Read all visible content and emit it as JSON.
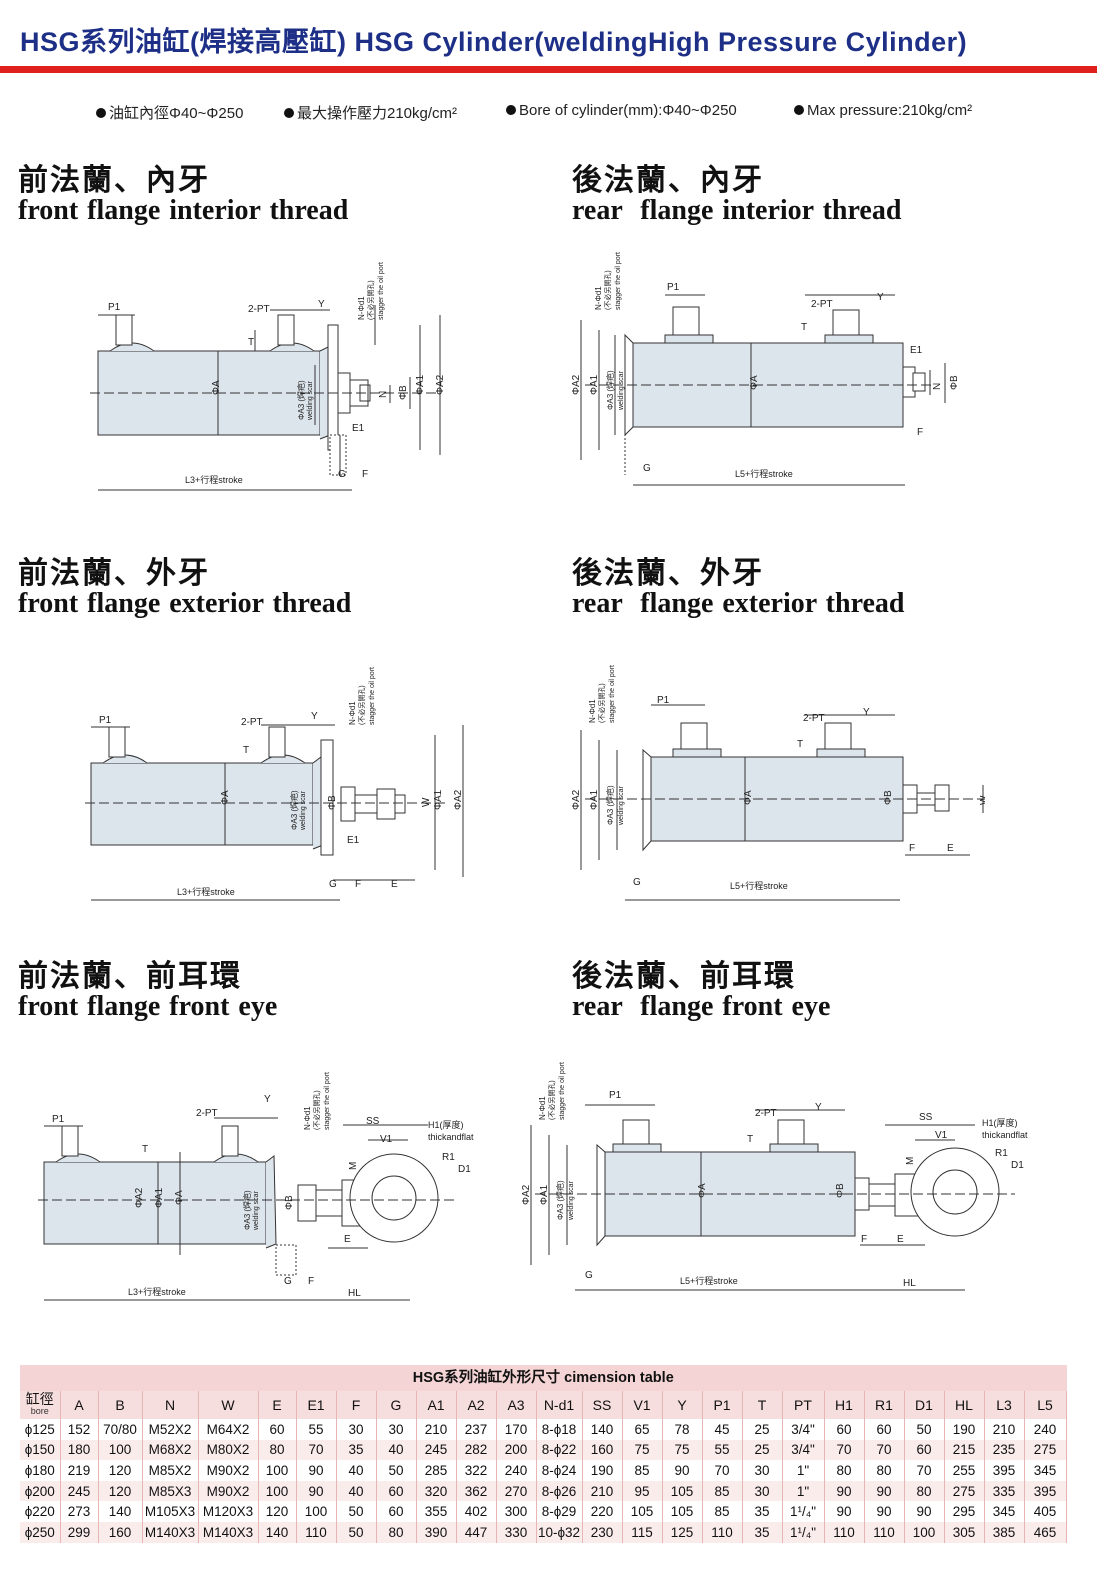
{
  "header": {
    "title": "HSG系列油缸(焊接高壓缸) HSG Cylinder(weldingHigh Pressure Cylinder)",
    "brand_color": "#1d2f86",
    "rule_color": "#e0201c"
  },
  "specs": {
    "bore_cn": "油缸內徑Φ40~Φ250",
    "pressure_cn": "最大操作壓力210kg/cm²",
    "bore_en": "Bore of cylinder(mm):Φ40~Φ250",
    "pressure_en": "Max pressure:210kg/cm²"
  },
  "sections": [
    {
      "cn": "前法蘭、內牙",
      "en": "front flange interior thread"
    },
    {
      "cn": "後法蘭、內牙",
      "en": "rear  flange interior thread"
    },
    {
      "cn": "前法蘭、外牙",
      "en": "front flange exterior thread"
    },
    {
      "cn": "後法蘭、外牙",
      "en": "rear  flange exterior thread"
    },
    {
      "cn": "前法蘭、前耳環",
      "en": "front flange front eye"
    },
    {
      "cn": "後法蘭、前耳環",
      "en": "rear  flange front eye"
    }
  ],
  "labels": {
    "P1": "P1",
    "PT": "2-PT",
    "Y": "Y",
    "T": "T",
    "A": "ΦA",
    "A1": "ΦA1",
    "A2": "ΦA2",
    "A3": "ΦA3 (焊疤)",
    "weld": "welding scar",
    "B": "ΦB",
    "N": "N",
    "W": "W",
    "E": "E",
    "E1": "E1",
    "F": "F",
    "G": "G",
    "M": "M",
    "SS": "SS",
    "V1": "V1",
    "R1": "R1",
    "D1": "D1",
    "HL": "HL",
    "Nd1": "N-Φd1",
    "Nd1_cn": "(不必另開孔)",
    "stagger": "stagger the oil port",
    "H1": "H1(厚度)",
    "thick": "thickandflat",
    "L3": "L3+行程stroke",
    "L5": "L5+行程stroke"
  },
  "table": {
    "caption": "HSG系列油缸外形尺寸 cimension table",
    "bore_cn": "缸徑",
    "bore_en": "bore",
    "headers": [
      "A",
      "B",
      "N",
      "W",
      "E",
      "E1",
      "F",
      "G",
      "A1",
      "A2",
      "A3",
      "N-d1",
      "SS",
      "V1",
      "Y",
      "P1",
      "T",
      "PT",
      "H1",
      "R1",
      "D1",
      "HL",
      "L3",
      "L5"
    ],
    "rows": [
      [
        "ϕ125",
        "152",
        "70/80",
        "M52X2",
        "M64X2",
        "60",
        "55",
        "30",
        "30",
        "210",
        "237",
        "170",
        "8-ϕ18",
        "140",
        "65",
        "78",
        "45",
        "25",
        "3/4\"",
        "60",
        "60",
        "50",
        "190",
        "210",
        "240"
      ],
      [
        "ϕ150",
        "180",
        "100",
        "M68X2",
        "M80X2",
        "80",
        "70",
        "35",
        "40",
        "245",
        "282",
        "200",
        "8-ϕ22",
        "160",
        "75",
        "75",
        "55",
        "25",
        "3/4\"",
        "70",
        "70",
        "60",
        "215",
        "235",
        "275"
      ],
      [
        "ϕ180",
        "219",
        "120",
        "M85X2",
        "M90X2",
        "100",
        "90",
        "40",
        "50",
        "285",
        "322",
        "240",
        "8-ϕ24",
        "190",
        "85",
        "90",
        "70",
        "30",
        "1\"",
        "80",
        "80",
        "70",
        "255",
        "395",
        "345"
      ],
      [
        "ϕ200",
        "245",
        "120",
        "M85X3",
        "M90X2",
        "100",
        "90",
        "40",
        "60",
        "320",
        "362",
        "270",
        "8-ϕ26",
        "210",
        "95",
        "105",
        "85",
        "30",
        "1\"",
        "90",
        "90",
        "80",
        "275",
        "335",
        "395"
      ],
      [
        "ϕ220",
        "273",
        "140",
        "M105X3",
        "M120X3",
        "120",
        "100",
        "50",
        "60",
        "355",
        "402",
        "300",
        "8-ϕ29",
        "220",
        "105",
        "105",
        "85",
        "35",
        "1¹/₄\"",
        "90",
        "90",
        "90",
        "295",
        "345",
        "405"
      ],
      [
        "ϕ250",
        "299",
        "160",
        "M140X3",
        "M140X3",
        "140",
        "110",
        "50",
        "80",
        "390",
        "447",
        "330",
        "10-ϕ32",
        "230",
        "115",
        "125",
        "110",
        "35",
        "1¹/₄\"",
        "110",
        "110",
        "100",
        "305",
        "385",
        "465"
      ]
    ]
  }
}
